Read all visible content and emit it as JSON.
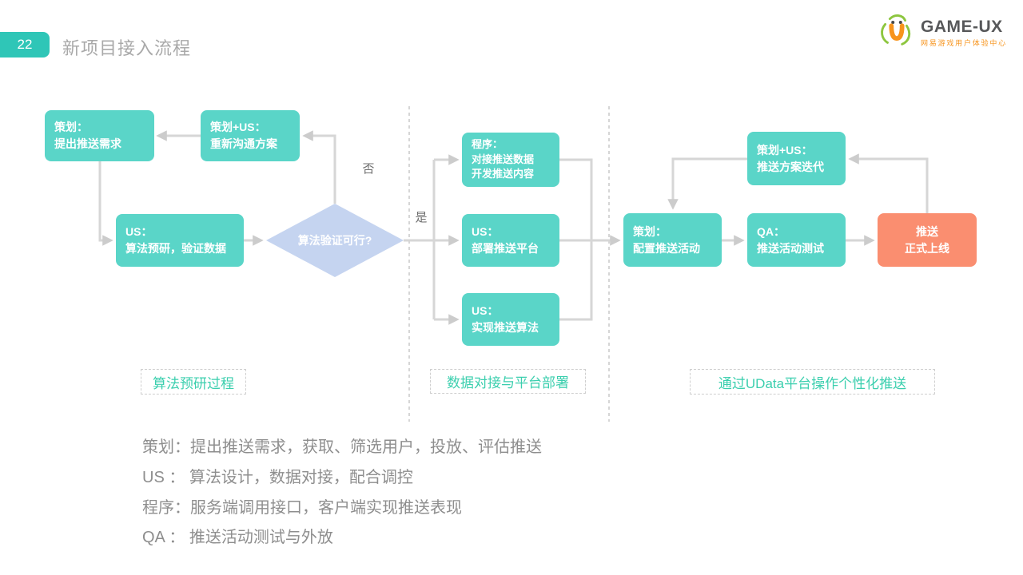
{
  "header": {
    "page_number": "22",
    "title": "新项目接入流程"
  },
  "logo": {
    "brand": "GAME-UX",
    "tagline": "网易游戏用户体验中心"
  },
  "flow": {
    "boxes": {
      "plan_request": {
        "line1": "策划：",
        "line2": "提出推送需求"
      },
      "replan": {
        "line1": "策划+US：",
        "line2": "重新沟通方案"
      },
      "us_research": {
        "line1": "US：",
        "line2": "算法预研，验证数据"
      },
      "dev_integrate": {
        "line1": "程序：",
        "line2": "对接推送数据",
        "line3": "开发推送内容"
      },
      "us_deploy": {
        "line1": "US：",
        "line2": "部署推送平台"
      },
      "us_algorithm": {
        "line1": "US：",
        "line2": "实现推送算法"
      },
      "plan_configure": {
        "line1": "策划：",
        "line2": "配置推送活动"
      },
      "qa_test": {
        "line1": "QA：",
        "line2": "推送活动测试"
      },
      "launch": {
        "line1": "推送",
        "line2": "正式上线"
      },
      "plan_iterate": {
        "line1": "策划+US：",
        "line2": "推送方案迭代"
      }
    },
    "decision": {
      "label": "算法验证可行?"
    },
    "edge_labels": {
      "no": "否",
      "yes": "是"
    },
    "sections": {
      "s1": "算法预研过程",
      "s2": "数据对接与平台部署",
      "s3": "通过UData平台操作个性化推送"
    }
  },
  "legend": {
    "line1": "策划：提出推送需求，获取、筛选用户，投放、评估推送",
    "line2": "US ： 算法设计，数据对接，配合调控",
    "line3": "程序：服务端调用接口，客户端实现推送表现",
    "line4": "QA ： 推送活动测试与外放"
  },
  "colors": {
    "box_teal": "#5ad5c8",
    "badge_teal": "#2fc6b7",
    "launch_orange": "#fa8e70",
    "decision_blue": "#c5d4f0",
    "connector_gray": "#d6d6d6",
    "section_label_teal": "#3bcfae",
    "logo_orange": "#f7941d",
    "logo_green": "#8dc63f"
  }
}
